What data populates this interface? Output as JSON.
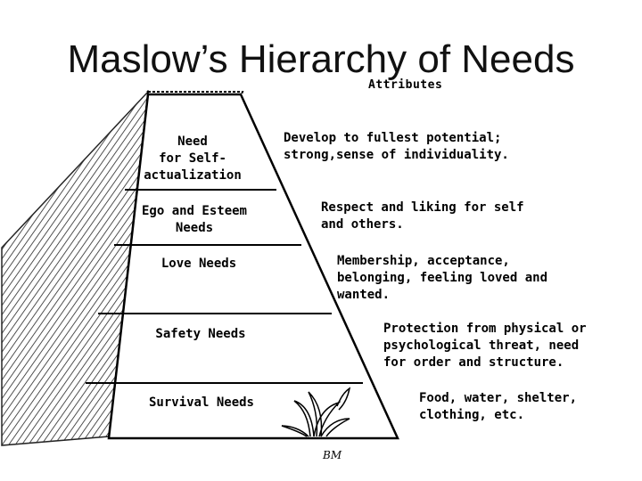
{
  "title": "Maslow’s Hierarchy of Needs",
  "attributes_header": "Attributes",
  "levels": [
    {
      "name": "Need\nfor Self-\nactualization",
      "attribute": "Develop to fullest potential;\nstrong,sense of individuality."
    },
    {
      "name": "Ego and Esteem\nNeeds",
      "attribute": "Respect and liking for self\nand others."
    },
    {
      "name": "Love Needs",
      "attribute": "Membership, acceptance,\nbelonging, feeling loved and\nwanted."
    },
    {
      "name": "Safety Needs",
      "attribute": "Protection from physical or\npsychological threat, need\nfor order and structure."
    },
    {
      "name": "Survival Needs",
      "attribute": "Food, water, shelter,\nclothing, etc."
    }
  ],
  "signature": "BM"
}
